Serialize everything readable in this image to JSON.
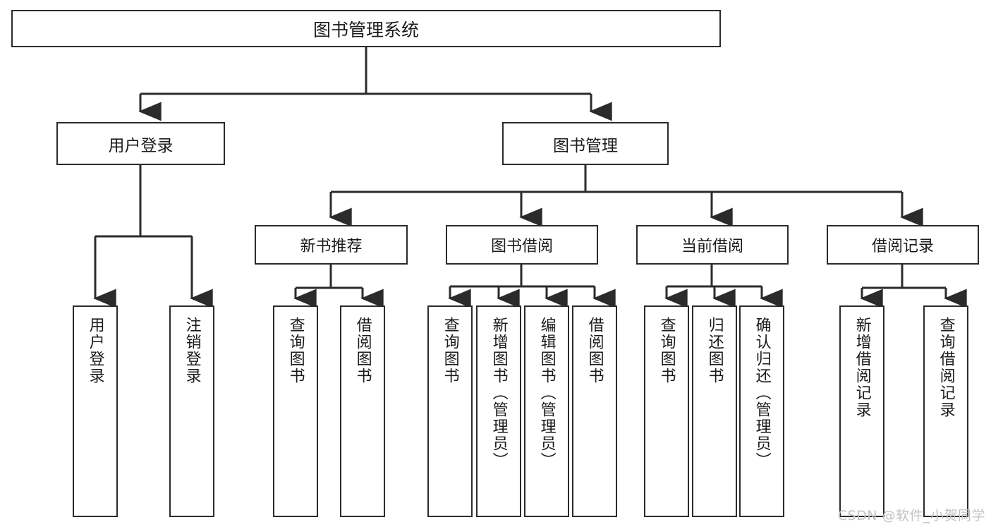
{
  "diagram": {
    "title": "图书管理系统",
    "watermark": "CSDN @软件_小贺同学",
    "colors": {
      "line": "#2b2b2b",
      "box_border": "#2b2b2b",
      "box_fill": "#ffffff",
      "text": "#1b1b1b",
      "watermark": "#c2c2c2"
    },
    "nodes": {
      "root": {
        "label": "图书管理系统"
      },
      "level2": [
        {
          "id": "user-login",
          "label": "用户登录"
        },
        {
          "id": "book-management",
          "label": "图书管理"
        }
      ],
      "level3": [
        {
          "id": "new-book-recommend",
          "label": "新书推荐"
        },
        {
          "id": "book-borrow",
          "label": "图书借阅"
        },
        {
          "id": "current-borrow",
          "label": "当前借阅"
        },
        {
          "id": "borrow-record",
          "label": "借阅记录"
        }
      ],
      "leaves": {
        "user-login": [
          {
            "id": "leaf-user-login",
            "label": "用户登录"
          },
          {
            "id": "leaf-logout",
            "label": "注销登录"
          }
        ],
        "new-book-recommend": [
          {
            "id": "leaf-query-book-1",
            "label": "查询图书"
          },
          {
            "id": "leaf-borrow-book-1",
            "label": "借阅图书"
          }
        ],
        "book-borrow": [
          {
            "id": "leaf-query-book-2",
            "label": "查询图书"
          },
          {
            "id": "leaf-add-book",
            "label": "新增图书（管理员）"
          },
          {
            "id": "leaf-edit-book",
            "label": "编辑图书（管理员）"
          },
          {
            "id": "leaf-borrow-book-2",
            "label": "借阅图书"
          }
        ],
        "current-borrow": [
          {
            "id": "leaf-query-book-3",
            "label": "查询图书"
          },
          {
            "id": "leaf-return-book",
            "label": "归还图书"
          },
          {
            "id": "leaf-confirm-return",
            "label": "确认归还（管理员）"
          }
        ],
        "borrow-record": [
          {
            "id": "leaf-add-record",
            "label": "新增借阅记录"
          },
          {
            "id": "leaf-query-record",
            "label": "查询借阅记录"
          }
        ]
      }
    }
  }
}
